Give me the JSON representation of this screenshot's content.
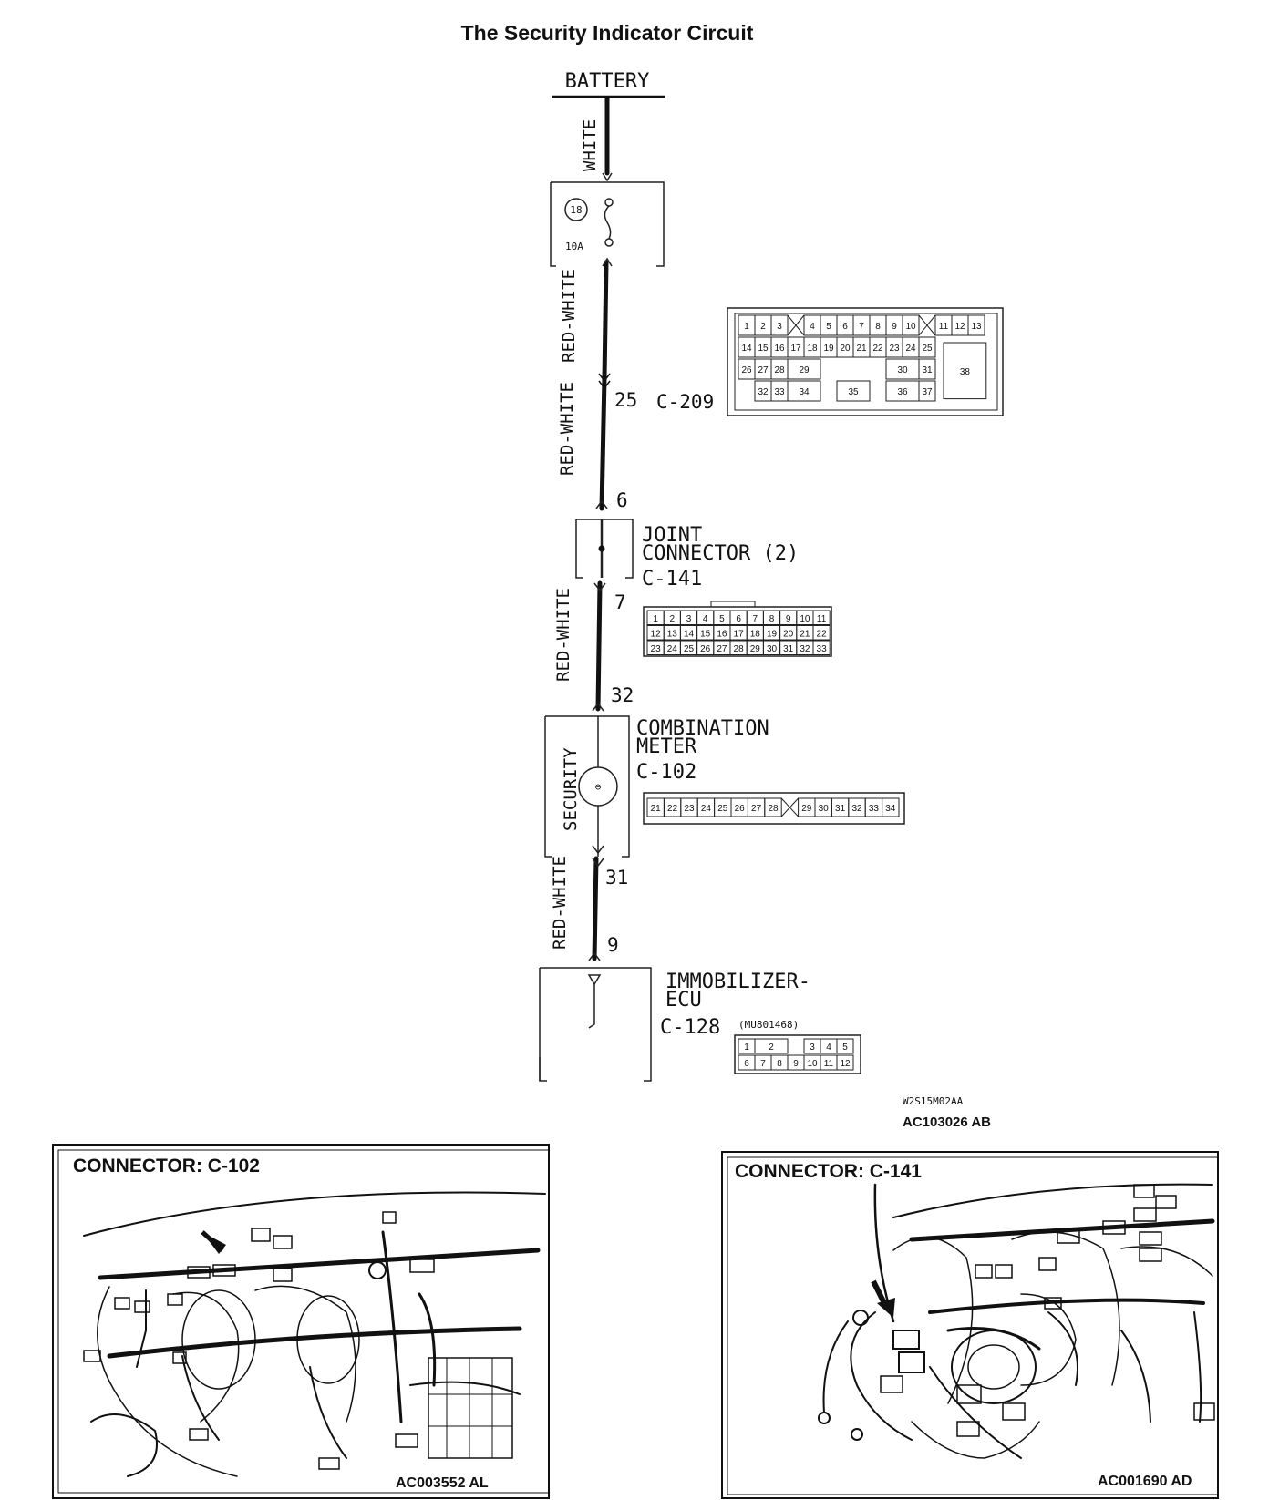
{
  "title": "The Security Indicator Circuit",
  "battery": {
    "label": "BATTERY",
    "wire": "WHITE"
  },
  "fuse": {
    "number": "18",
    "rating": "10A"
  },
  "wires": {
    "w2": "RED-WHITE",
    "w3": "RED-WHITE",
    "w4": "RED-WHITE",
    "w5": "RED-WHITE"
  },
  "c209": {
    "pin": "25",
    "name": "C-209",
    "rows": [
      [
        "1",
        "2",
        "3",
        "4",
        "5",
        "6",
        "7",
        "8",
        "9",
        "10",
        "11",
        "12",
        "13"
      ],
      [
        "14",
        "15",
        "16",
        "17",
        "18",
        "19",
        "20",
        "21",
        "22",
        "23",
        "24",
        "25"
      ],
      [
        "26",
        "27",
        "28",
        "29",
        "30",
        "31"
      ],
      [
        "32",
        "33",
        "34",
        "35",
        "36",
        "37"
      ]
    ],
    "big": "38"
  },
  "joint": {
    "pin_in": "6",
    "pin_out": "7",
    "label1": "JOINT",
    "label2": "CONNECTOR (2)",
    "code": "C-141",
    "rows": [
      [
        "1",
        "2",
        "3",
        "4",
        "5",
        "6",
        "7",
        "8",
        "9",
        "10",
        "11"
      ],
      [
        "12",
        "13",
        "14",
        "15",
        "16",
        "17",
        "18",
        "19",
        "20",
        "21",
        "22"
      ],
      [
        "23",
        "24",
        "25",
        "26",
        "27",
        "28",
        "29",
        "30",
        "31",
        "32",
        "33"
      ]
    ]
  },
  "meter": {
    "pin_in": "32",
    "pin_out": "31",
    "label1": "COMBINATION",
    "label2": "METER",
    "code": "C-102",
    "indicator": "SECURITY",
    "cells": [
      "21",
      "22",
      "23",
      "24",
      "25",
      "26",
      "27",
      "28",
      "29",
      "30",
      "31",
      "32",
      "33",
      "34"
    ]
  },
  "immo": {
    "pin": "9",
    "label1": "IMMOBILIZER-",
    "label2": "ECU",
    "code": "C-128",
    "part": "(MU801468)",
    "rows": [
      [
        "1",
        "2",
        "3",
        "4",
        "5"
      ],
      [
        "6",
        "7",
        "8",
        "9",
        "10",
        "11",
        "12"
      ]
    ]
  },
  "figure_codes": {
    "code1": "W2S15M02AA",
    "code2": "AC103026 AB"
  },
  "panel_left": {
    "title": "CONNECTOR: C-102",
    "code": "AC003552 AL"
  },
  "panel_right": {
    "title": "CONNECTOR: C-141",
    "code": "AC001690 AD"
  }
}
